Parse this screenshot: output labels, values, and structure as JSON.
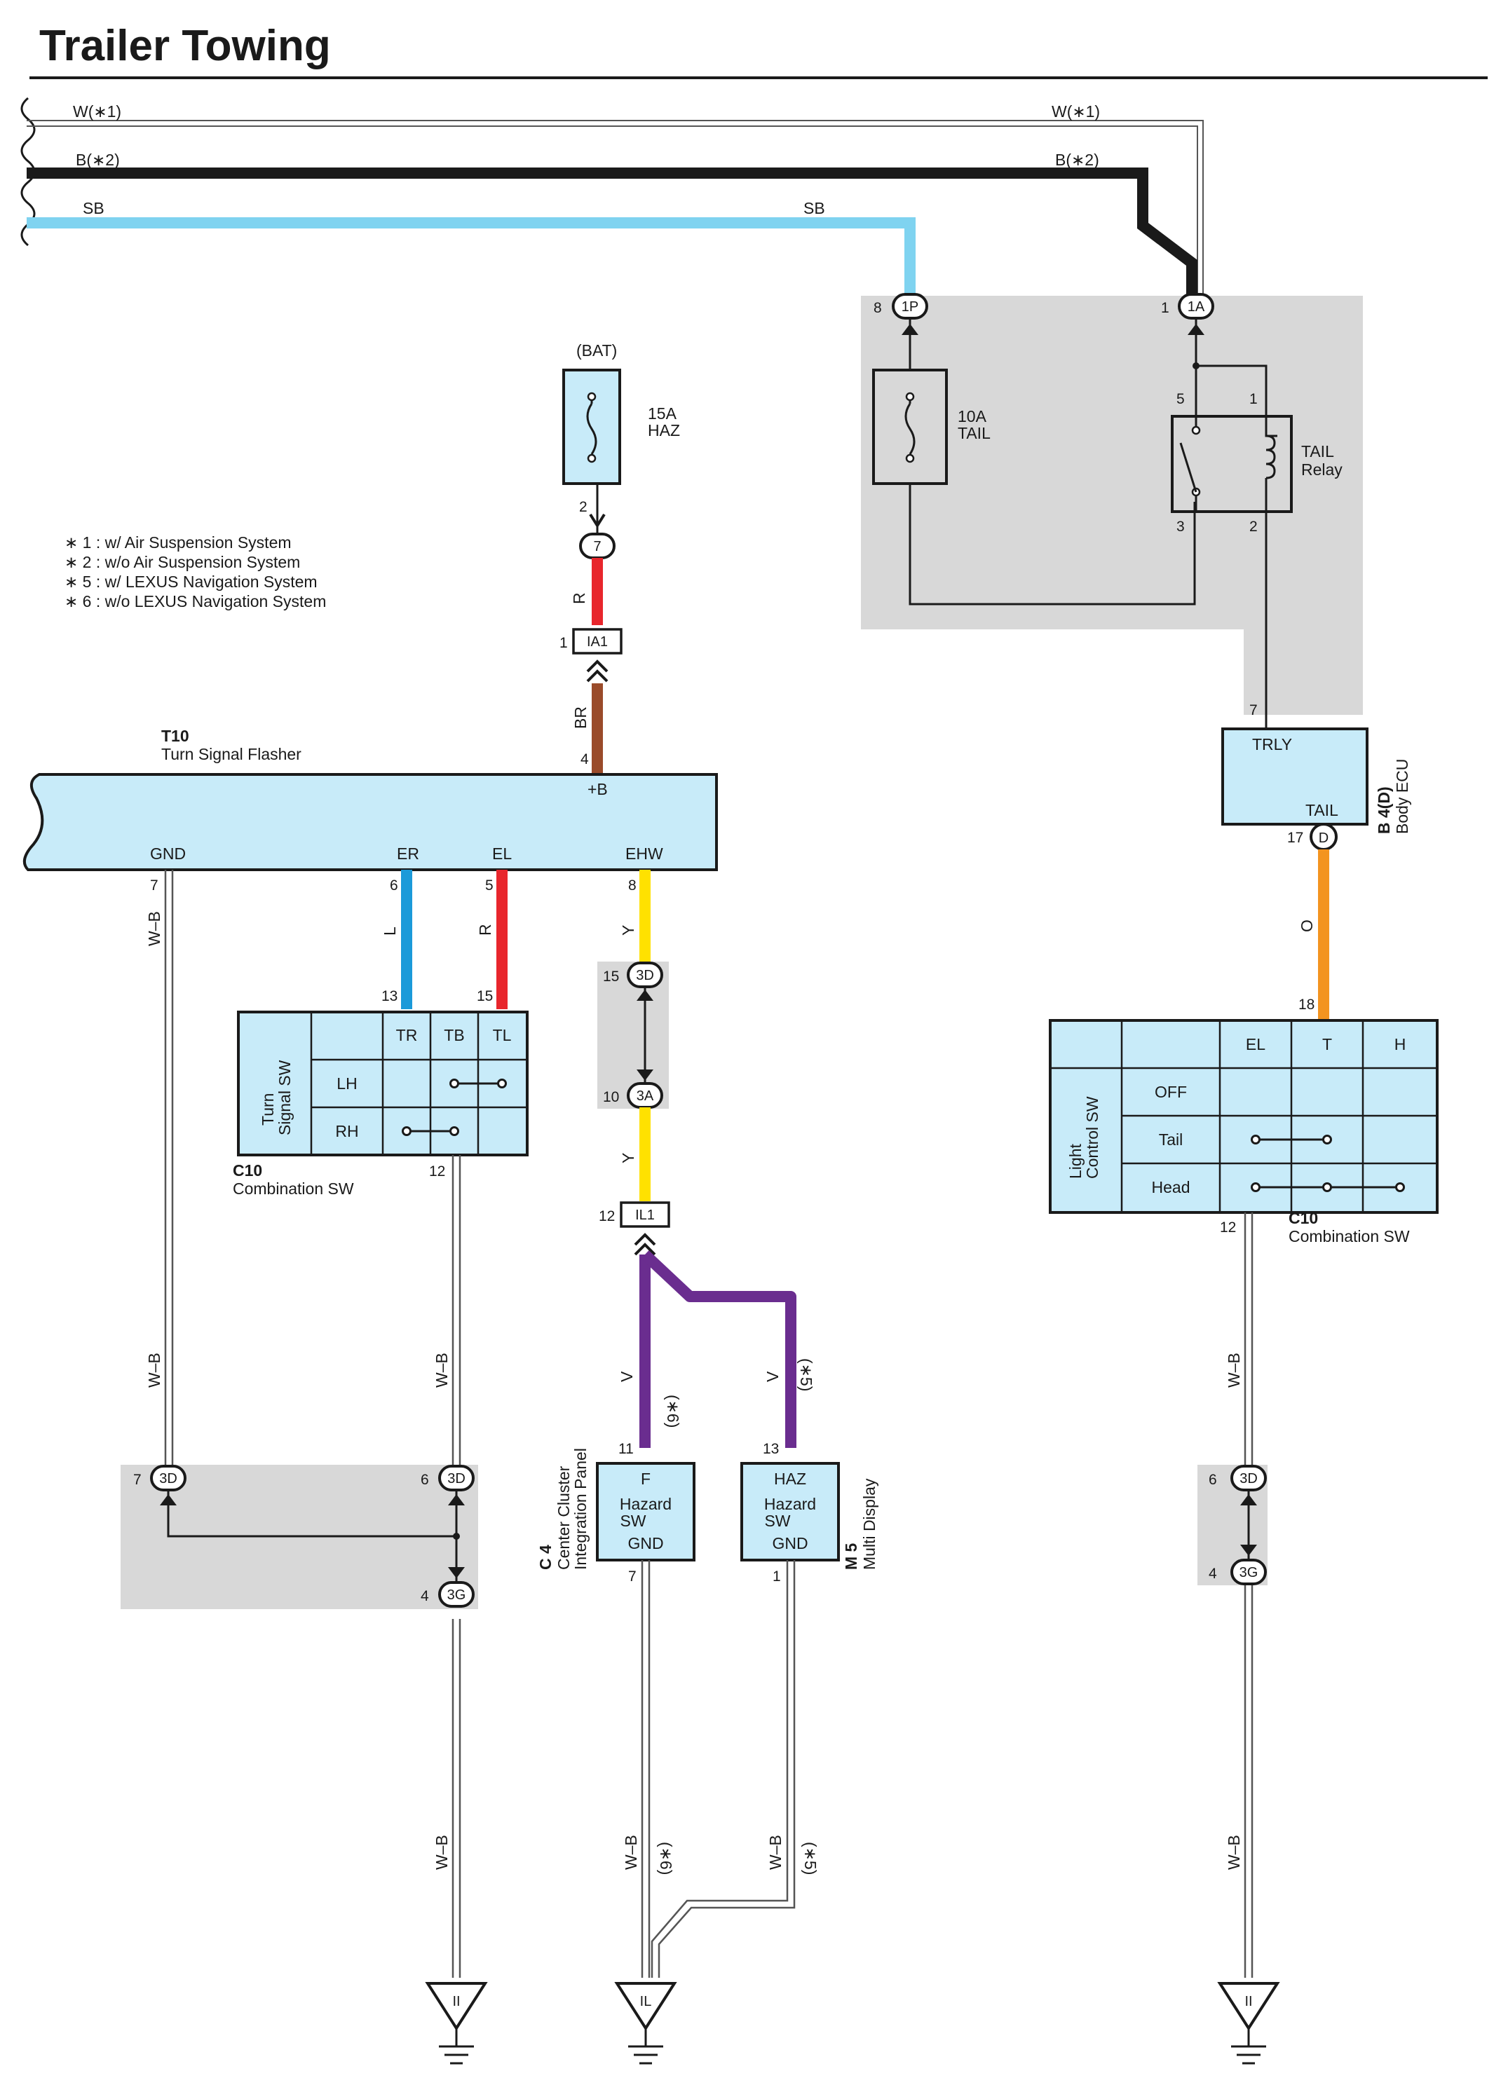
{
  "title": "Trailer Towing",
  "notes": [
    "∗ 1 : w/ Air Suspension System",
    "∗ 2 : w/o Air Suspension System",
    "∗ 5 : w/ LEXUS Navigation System",
    "∗ 6 : w/o LEXUS Navigation System"
  ],
  "colors": {
    "SB": "#7fd3f0",
    "R": "#e8262c",
    "BR": "#9a4b2a",
    "L": "#1b9ad9",
    "Y": "#ffe100",
    "V": "#6a2d8f",
    "O": "#f39420",
    "B": "#1a1a1a",
    "box_fill": "#c8ebf9",
    "shade": "#d8d8d8"
  },
  "wires": {
    "w1_left": "W(∗1)",
    "w1_right": "W(∗1)",
    "b2_left": "B(∗2)",
    "b2_right": "B(∗2)",
    "sb_left": "SB",
    "sb_right": "SB",
    "r_top": "R",
    "br": "BR",
    "wb_gnd": "W–B",
    "l": "L",
    "r_el": "R",
    "y_top": "Y",
    "y_mid": "Y",
    "wb_c10": "W–B",
    "wb_left_low": "W–B",
    "wb_right_low": "W–B",
    "v6": "V",
    "v6_note": "(∗6)",
    "v5": "V",
    "v5_note": "(∗5)",
    "wb6": "W–B",
    "wb6_note": "(∗6)",
    "wb5": "W–B",
    "wb5_note": "(∗5)",
    "o": "O",
    "wb_ecu": "W–B",
    "wb_ecu_low": "W–B"
  },
  "fuse_haz": {
    "source": "(BAT)",
    "rating": "15A",
    "name": "HAZ",
    "pin": "2"
  },
  "fuse_tail": {
    "rating": "10A",
    "name": "TAIL"
  },
  "relay": {
    "name": "TAIL",
    "name2": "Relay",
    "pin5": "5",
    "pin1": "1",
    "pin3": "3",
    "pin2": "2"
  },
  "connectors": {
    "c7": "7",
    "ia1": "IA1",
    "ia1_pin": "1",
    "p1p": "1P",
    "p1p_pin": "8",
    "p1a": "1A",
    "p1a_pin": "1",
    "d3_15": "3D",
    "d3_15_pin": "15",
    "a3_10": "3A",
    "a3_10_pin": "10",
    "il1": "IL1",
    "il1_pin": "12",
    "d3_7": "3D",
    "d3_7_pin": "7",
    "d3_6": "3D",
    "d3_6_pin": "6",
    "g3_4": "3G",
    "g3_4_pin": "4",
    "d3_r6": "3D",
    "d3_r6_pin": "6",
    "g3_r4": "3G",
    "g3_r4_pin": "4",
    "ecu_d": "D",
    "ecu_d_pin": "17"
  },
  "flasher": {
    "code": "T10",
    "name": "Turn Signal Flasher",
    "pin_b": "4",
    "label_b": "+B",
    "gnd": "GND",
    "er": "ER",
    "el": "EL",
    "ehw": "EHW",
    "pin_gnd": "7",
    "pin_er": "6",
    "pin_el": "5",
    "pin_ehw": "8"
  },
  "turn_sw": {
    "label1": "Turn",
    "label2": "Signal SW",
    "cols": [
      "TR",
      "TB",
      "TL"
    ],
    "rows": [
      "LH",
      "RH"
    ],
    "pin_tr": "13",
    "pin_tl": "15",
    "pin_gnd": "12",
    "code": "C10",
    "name": "Combination SW"
  },
  "center_cluster": {
    "top": "F",
    "l1": "Hazard",
    "l2": "SW",
    "gnd": "GND",
    "pin_in": "11",
    "pin_gnd": "7",
    "code": "C 4",
    "name1": "Center Cluster",
    "name2": "Integration Panel"
  },
  "multi_display": {
    "top": "HAZ",
    "l1": "Hazard",
    "l2": "SW",
    "gnd": "GND",
    "pin_in": "13",
    "pin_gnd": "1",
    "code": "M 5",
    "name": "Multi Display"
  },
  "body_ecu": {
    "trly": "TRLY",
    "tail": "TAIL",
    "pin_trly": "7",
    "code": "B 4(D)",
    "name": "Body ECU"
  },
  "light_sw": {
    "label1": "Light",
    "label2": "Control SW",
    "cols": [
      "EL",
      "T",
      "H"
    ],
    "rows": [
      "OFF",
      "Tail",
      "Head"
    ],
    "pin_t": "18",
    "pin_gnd": "12",
    "code": "C10",
    "name": "Combination SW"
  },
  "grounds": [
    "II",
    "IL",
    "II"
  ]
}
